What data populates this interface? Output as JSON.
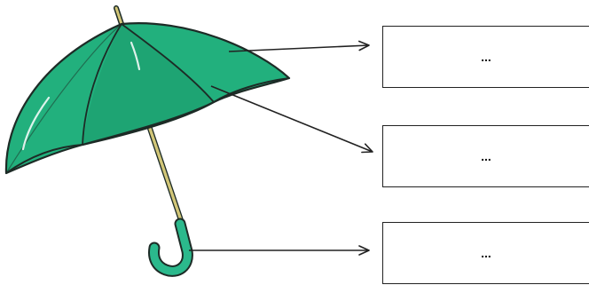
{
  "diagram": {
    "subject_icon": "umbrella-icon",
    "colors": {
      "canopy": "#22b07d",
      "canopy_shade": "#1c9a6b",
      "outline": "#1d2b26",
      "shaft": "#d2c678",
      "handle": "#2bb98c",
      "arrow": "#222222",
      "box_border": "#222222"
    },
    "labels": [
      {
        "part": "canopy",
        "text": "..."
      },
      {
        "part": "rib",
        "text": "..."
      },
      {
        "part": "handle",
        "text": "..."
      }
    ]
  }
}
